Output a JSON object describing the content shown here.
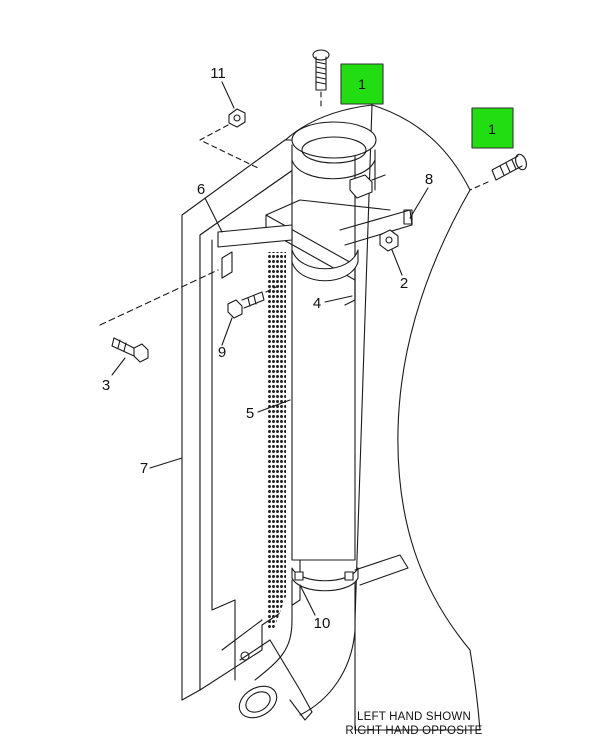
{
  "callouts": {
    "c1a": "1",
    "c1b": "1",
    "c2": "2",
    "c3": "3",
    "c4": "4",
    "c5": "5",
    "c6": "6",
    "c7": "7",
    "c8": "8",
    "c9": "9",
    "c10": "10",
    "c11": "11"
  },
  "note": {
    "line1": "LEFT HAND SHOWN",
    "line2": "RIGHT HAND OPPOSITE"
  },
  "colors": {
    "highlight": "#22dd11",
    "line": "#1a1a1a",
    "background": "#ffffff"
  }
}
